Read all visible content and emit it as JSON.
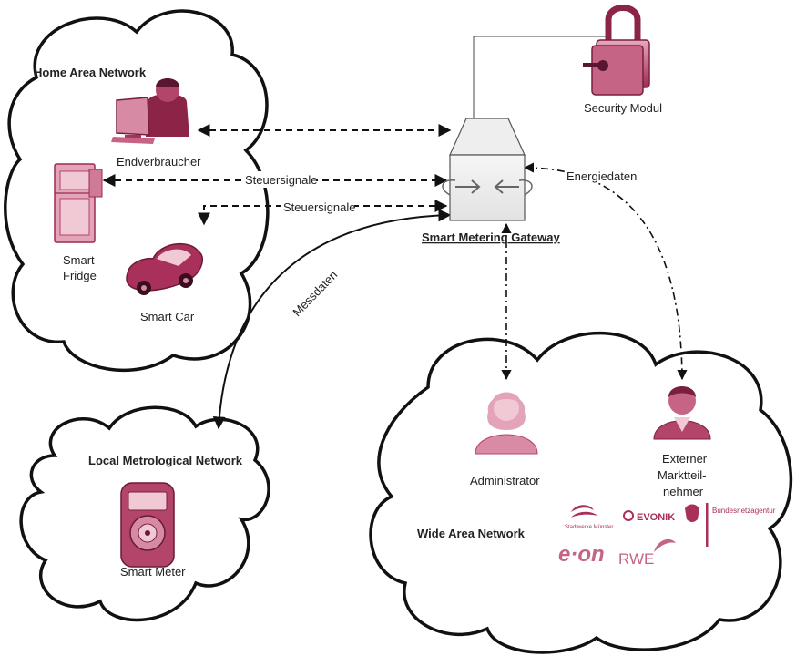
{
  "colors": {
    "accent": "#a8305a",
    "accent_light": "#d98aa4",
    "accent_dark": "#7a1f40",
    "line": "#111111"
  },
  "networks": {
    "home": "Home Area Network",
    "local": "Local Metrological Network",
    "wide": "Wide Area Network"
  },
  "nodes": {
    "endverbraucher": "Endverbraucher",
    "fridge_line1": "Smart",
    "fridge_line2": "Fridge",
    "car": "Smart Car",
    "gateway": "Smart Metering Gateway",
    "security": "Security Modul",
    "meter": "Smart Meter",
    "admin": "Administrator",
    "extern_line1": "Externer",
    "extern_line2": "Marktteil-",
    "extern_line3": "nehmer"
  },
  "edges": {
    "steuer1": "Steuersignale",
    "steuer2": "Steuersignale",
    "energie": "Energiedaten",
    "mess": "Messdaten"
  },
  "logos": {
    "stadtwerke": "Stadtwerke Münster",
    "evonik": "EVONIK",
    "bundesnetz": "Bundesnetzagentur",
    "eon": "e·on",
    "rwe": "RWE"
  },
  "icons": {
    "endverbraucher": "person-at-computer-icon",
    "fridge": "refrigerator-icon",
    "car": "car-icon",
    "gateway": "gateway-box-icon",
    "security": "padlock-icon",
    "meter": "electricity-meter-icon",
    "admin": "female-user-icon",
    "extern": "male-user-icon"
  }
}
